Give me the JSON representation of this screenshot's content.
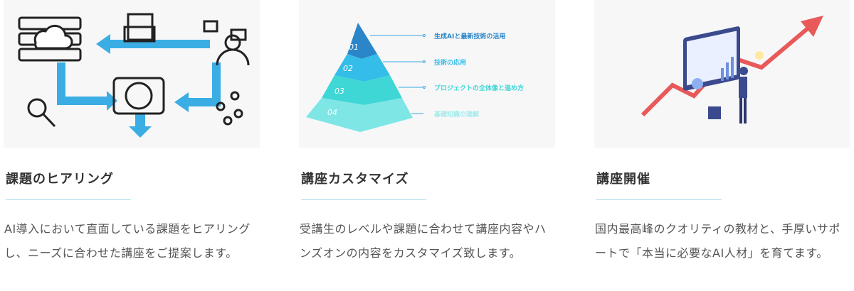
{
  "cards": [
    {
      "title": "課題のヒアリング",
      "body": "AI導入において直面している課題をヒアリングし、ニーズに合わせた講座をご提案します。",
      "illustration": "workflow-diagram"
    },
    {
      "title": "講座カスタマイズ",
      "body": "受講生のレベルや課題に合わせて講座内容やハンズオンの内容をカスタマイズ致します。",
      "illustration": "pyramid",
      "pyramid": [
        {
          "num": "01",
          "label": "生成AIと最新技術の活用",
          "color": "#2a86c8"
        },
        {
          "num": "02",
          "label": "技術の応用",
          "color": "#33bde8"
        },
        {
          "num": "03",
          "label": "プロジェクトの全体像と進め方",
          "color": "#3fd6d6"
        },
        {
          "num": "04",
          "label": "基礎知識の理解",
          "color": "#7fe6e6"
        }
      ]
    },
    {
      "title": "講座開催",
      "body": "国内最高峰のクオリティの教材と、手厚いサポートで「本当に必要なAI人材」を育てます。",
      "illustration": "growth-presentation"
    }
  ],
  "colors": {
    "accent": "#35a8e0",
    "underline": "#a9dcea",
    "arrow_red": "#e85a5a"
  }
}
